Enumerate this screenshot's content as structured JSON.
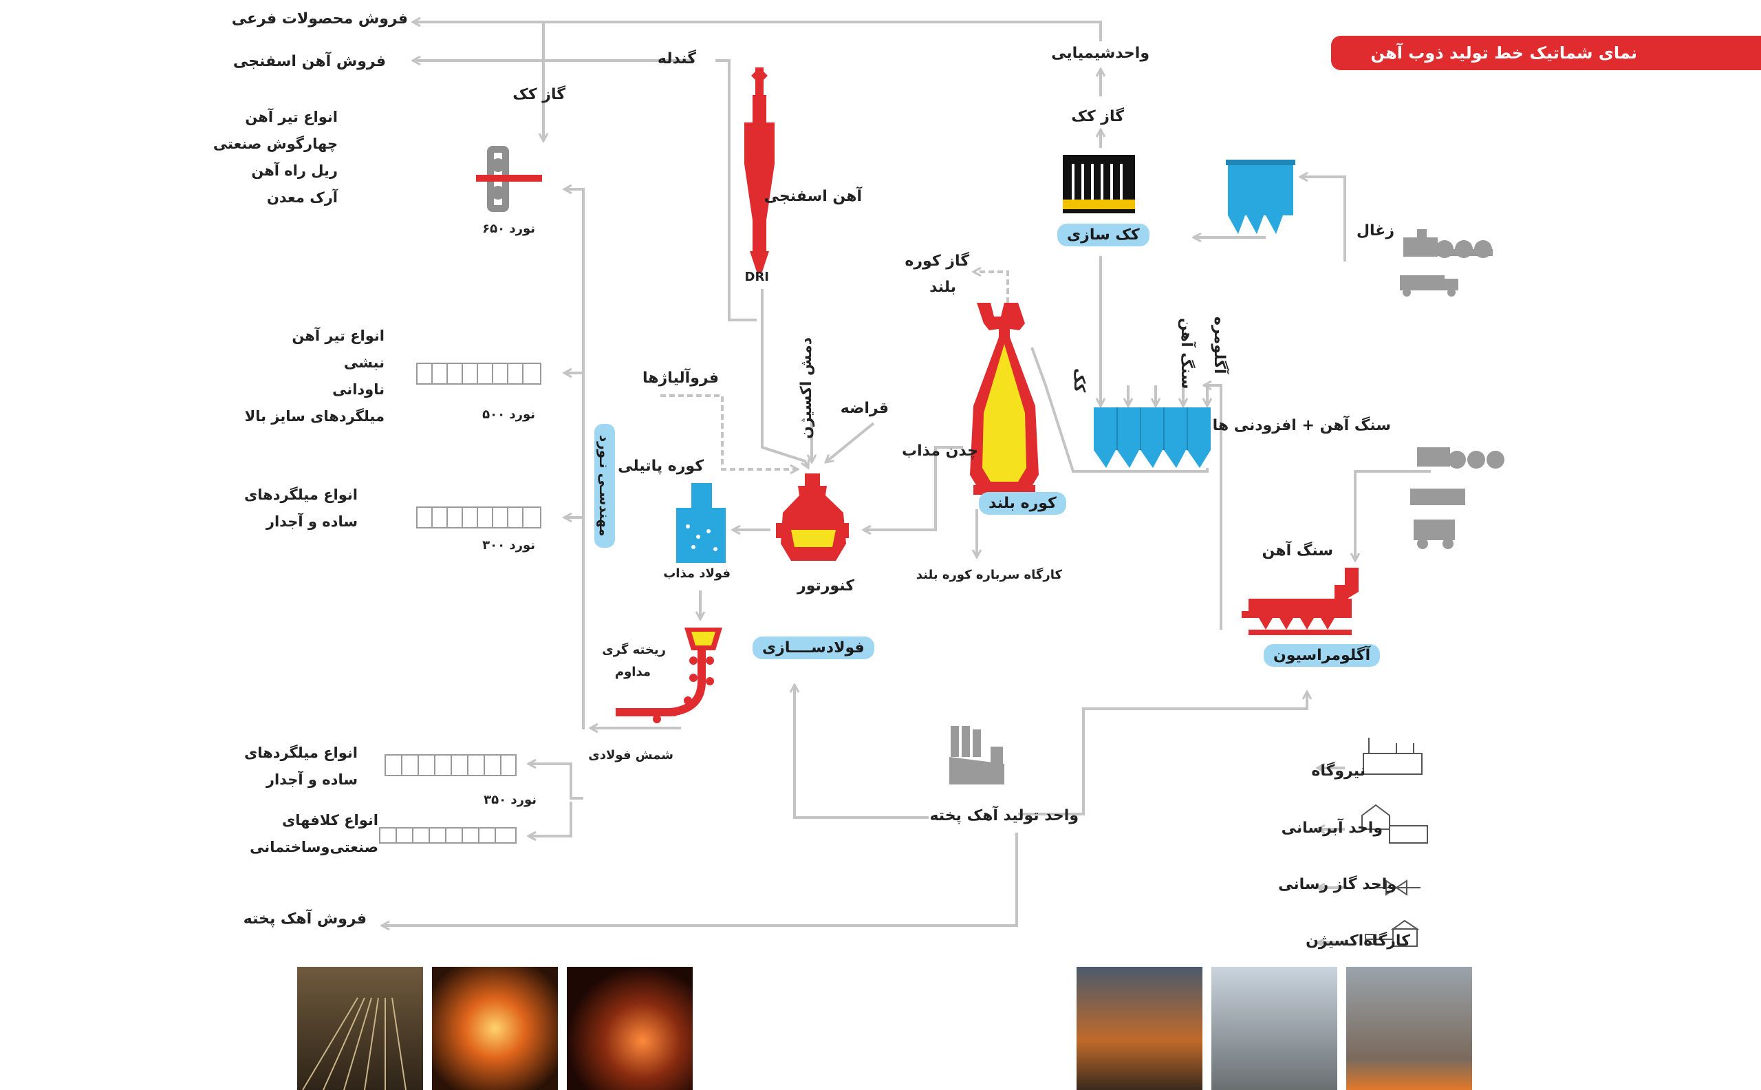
{
  "title": "نمای شماتیک خط تولید ذوب آهن اصفهان",
  "labels": {
    "sale_byproducts": "فروش محصولات فرعی",
    "sale_sponge_iron": "فروش آهن اسفنجی",
    "pellet": "گندله",
    "coke_gas_left": "گاز کک",
    "chemical_unit": "واحدشیمیایی",
    "coke_gas_right": "گاز کک",
    "coking": "کک سازی",
    "coal": "زغال",
    "sponge_iron": "آهن اسفنجی",
    "dri": "DRI",
    "blast_furnace_gas_1": "گاز کوره",
    "blast_furnace_gas_2": "بلند",
    "coke": "کک",
    "iron_ore_vert": "سنگ آهن",
    "agglomerate_vert": "آگلومره",
    "ore_additives": "سنگ آهن + افزودنی ها",
    "oxygen_blow": "دمش اکسیژن",
    "ferroalloys": "فروآلیاژها",
    "scrap": "قراضه",
    "hot_metal": "چدن مذاب",
    "blast_furnace": "کوره بلند",
    "ladle_furnace": "کوره پاتیلی",
    "molten_steel": "فولاد مذاب",
    "converter": "کنورتور",
    "bf_top_workshop": "کارگاه سرباره کوره بلند",
    "steelmaking": "فولادســــازی",
    "rolling_engineering": "مهندسـی نـورد",
    "iron_ore": "سنگ آهن",
    "agglomeration": "آگلومراسیون",
    "continuous_casting_1": "ریخته گری",
    "continuous_casting_2": "مداوم",
    "steel_billet": "شمش فولادی",
    "lime_unit": "واحد تولید آهک پخته",
    "sale_lime": "فروش آهک پخته",
    "mill_650": "نورد ۶۵۰",
    "mill_500": "نورد ۵۰۰",
    "mill_300": "نورد ۳۰۰",
    "mill_350": "نورد ۳۵۰"
  },
  "product_groups": {
    "mill650": [
      "انواع تیر آهن",
      "چهارگوش صنعتی",
      "ریل راه آهن",
      "آرک معدن"
    ],
    "mill500": [
      "انواع تیر آهن",
      "نبشی",
      "ناودانی",
      "میلگردهای سایز بالا"
    ],
    "mill300": [
      "انواع میلگردهای",
      "ساده و آجدار"
    ],
    "mill350a": [
      "انواع میلگردهای",
      "ساده و آجدار"
    ],
    "mill350b": [
      "انواع کلافهای",
      "صنعتی‌وساختمانی"
    ]
  },
  "utilities": [
    "نیروگاه",
    "واحد آبرسانی",
    "واحد گاز رسانی",
    "کارگاه‌اکسیژن"
  ],
  "colors": {
    "accent_red": "#e02b2f",
    "pill_blue": "#9fd6f2",
    "silo_blue": "#29a8e0",
    "flow_gray": "#c4c4c4",
    "molten_yellow": "#f6e11e"
  }
}
